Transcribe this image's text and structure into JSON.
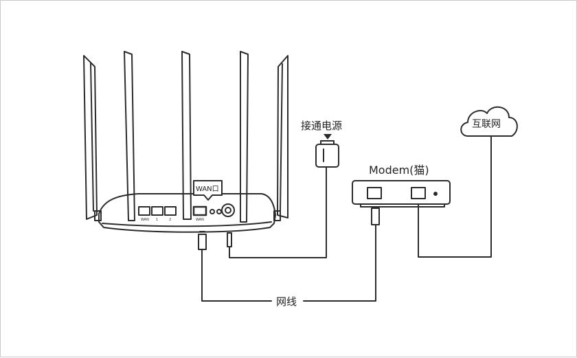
{
  "labels": {
    "power": "接通电源",
    "modem": "Modem(猫)",
    "internet": "互联网",
    "wan_port": "WAN口",
    "cable": "网线"
  },
  "colors": {
    "line": "#2b2b2b",
    "background": "#ffffff",
    "border": "#c9c9c9"
  }
}
